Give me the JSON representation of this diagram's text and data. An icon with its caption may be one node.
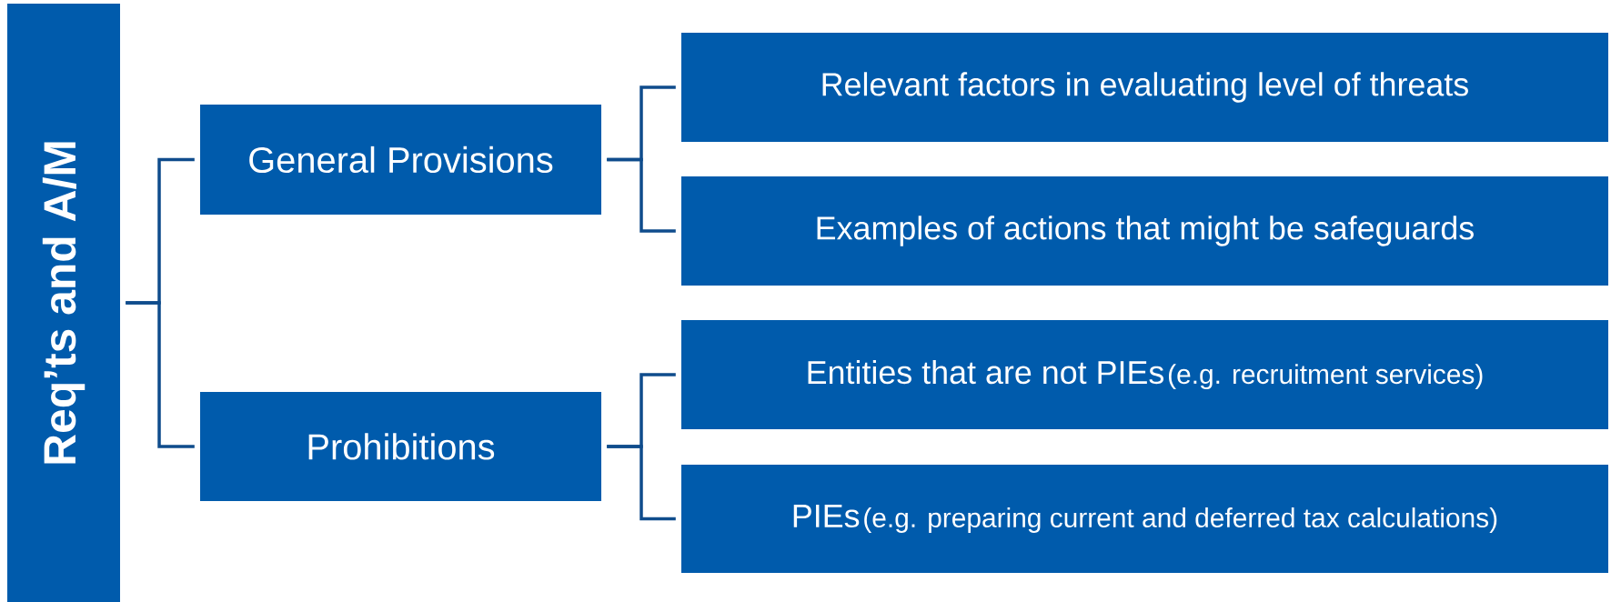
{
  "diagram": {
    "nodes": [
      {
        "text": [
          "Req’ts and A/M"
        ]
      },
      {
        "text": [
          "General Provisions"
        ]
      },
      {
        "text": [
          "Prohibitions"
        ]
      },
      {
        "text": [
          "Relevant factors in evaluating level of threats"
        ]
      },
      {
        "text": [
          "Examples of actions that might be safeguards"
        ]
      },
      {
        "text": [
          "Entities that are not PIEs",
          "(e.g. recruitment services)"
        ]
      },
      {
        "text": [
          "PIEs",
          "(e.g. preparing current and deferred tax calculations)"
        ]
      }
    ],
    "edges": [
      {
        "from": 0,
        "to": 1,
        "arrow": "none"
      },
      {
        "from": 0,
        "to": 2,
        "arrow": "none"
      },
      {
        "from": 1,
        "to": 3,
        "arrow": "none"
      },
      {
        "from": 1,
        "to": 4,
        "arrow": "none"
      },
      {
        "from": 2,
        "to": 5,
        "arrow": "none"
      },
      {
        "from": 2,
        "to": 6,
        "arrow": "none"
      }
    ]
  }
}
